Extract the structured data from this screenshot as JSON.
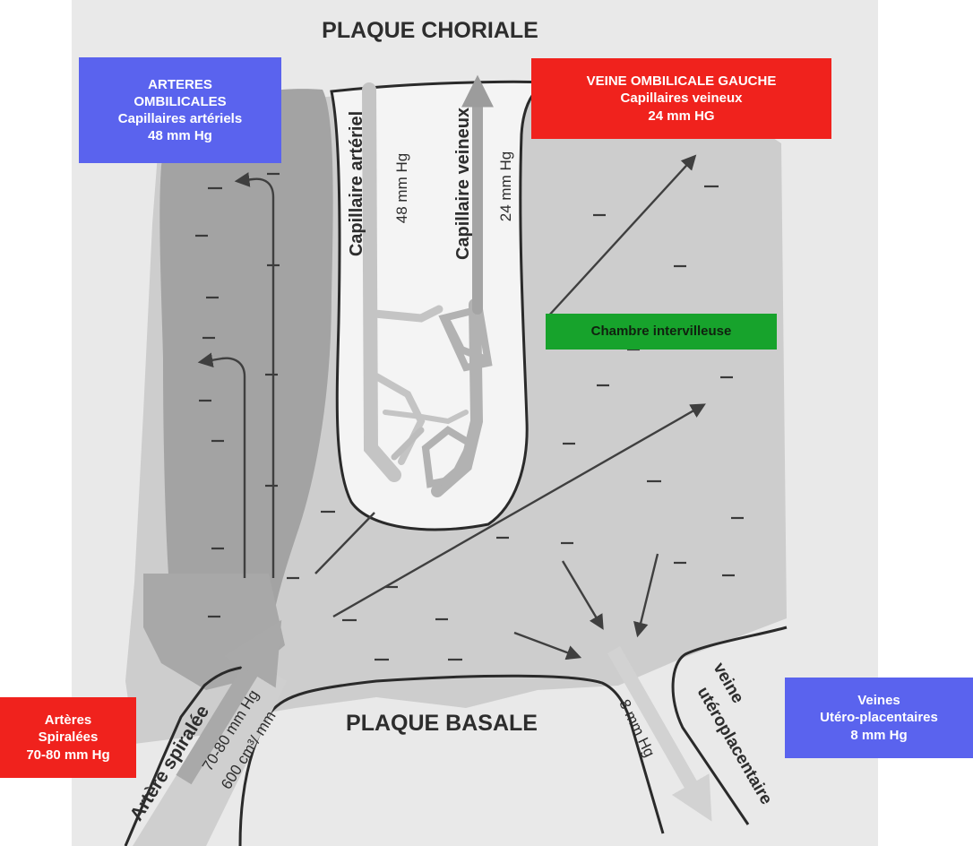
{
  "labels": {
    "plaque_choriale": "PLAQUE CHORIALE",
    "plaque_basale": "PLAQUE BASALE",
    "capillaire_arteriel": "Capillaire artériel",
    "capillaire_arteriel_pressure": "48 mm Hg",
    "capillaire_veineux": "Capillaire veineux",
    "capillaire_veineux_pressure": "24 mm Hg",
    "artere_spiralee": "Artère spiralée",
    "artere_pressure": "70-80 mm Hg",
    "artere_flow": "600 cm³/ mm",
    "veine_pressure": "8 mm Hg",
    "veine_name_line1": "veine",
    "veine_name_line2": "utéroplacentaire"
  },
  "boxes": {
    "arteres_ombilicales": [
      "ARTERES",
      "OMBILICALES",
      "Capillaires artériels",
      "48 mm Hg"
    ],
    "veine_ombilicale": [
      "VEINE OMBILICALE GAUCHE",
      "Capillaires veineux",
      "24 mm HG"
    ],
    "chambre": "Chambre intervilleuse",
    "arteres_spiralees": [
      "Artères",
      "Spiralées",
      "70-80 mm Hg"
    ],
    "veines_utero": [
      "Veines",
      "Utéro-placentaires",
      "8 mm Hg"
    ]
  },
  "colors": {
    "blue_box": "#5a63ee",
    "red_box": "#f0221d",
    "green_box": "#17a32c",
    "villus_dark": "#a3a3a3",
    "chamber_gray": "#cdcdcd",
    "page_gray": "#e9e9e9",
    "arrow": "#3f3f3f",
    "vessel_light": "#bcbcbc"
  }
}
